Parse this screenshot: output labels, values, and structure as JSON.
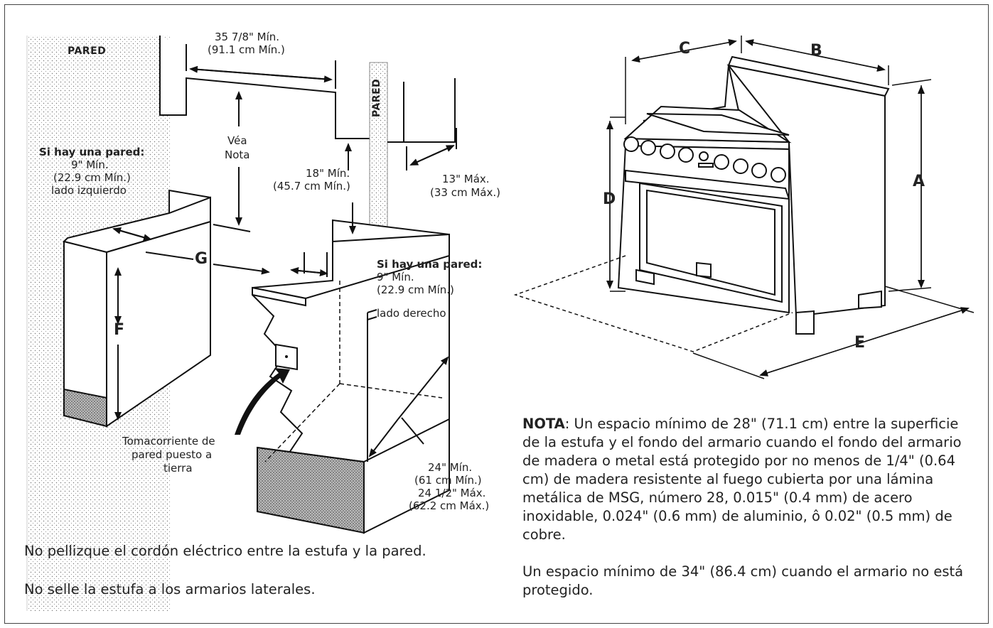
{
  "labels": {
    "pared_left": "PARED",
    "pared_right": "PARED",
    "top_width_1": "35 7/8\" Mín.",
    "top_width_2": "(91.1 cm Mín.)",
    "vea_1": "Véa",
    "vea_2": "Nota",
    "left_wall_1": "Si hay una pared:",
    "left_wall_2": "9\" Mín.",
    "left_wall_3": "(22.9 cm Mín.)",
    "left_wall_4": "lado izquierdo",
    "height18_1": "18\" Mín.",
    "height18_2": "(45.7 cm Mín.)",
    "depth13_1": "13\" Máx.",
    "depth13_2": "(33 cm Máx.)",
    "g": "G",
    "f": "F",
    "right_wall_1": "Si hay una pared:",
    "right_wall_2": "9\" Mín.",
    "right_wall_3": "(22.9 cm Mín.)",
    "right_wall_4": "lado derecho",
    "outlet_1": "Tomacorriente de",
    "outlet_2": "pared puesto a",
    "outlet_3": "tierra",
    "depth24_1": "24\" Mín.",
    "depth24_2": "(61 cm Mín.)",
    "depth24_3": "24 1/2\" Máx.",
    "depth24_4": "(62.2 cm Máx.)",
    "a": "A",
    "b": "B",
    "c": "C",
    "d": "D",
    "e": "E"
  },
  "notes": {
    "cord": "No pellizque el cordón eléctrico entre la estufa y la pared.",
    "seal": "No selle la estufa a los armarios laterales.",
    "nota_label": "NOTA",
    "nota_text": ": Un espacio mínimo de 28\" (71.1 cm) entre la superficie de la estufa y el fondo del armario cuando el fondo del armario de madera o metal está protegido por no menos de 1/4\" (0.64 cm) de madera resistente al fuego cubierta por una lámina metálica de MSG, número 28, 0.015\" (0.4 mm) de acero inoxidable, 0.024\" (0.6 mm) de aluminio, ô 0.02\" (0.5 mm) de cobre.",
    "nota_text2": "Un espacio mínimo de 34\" (86.4 cm) cuando el armario no está protegido."
  }
}
